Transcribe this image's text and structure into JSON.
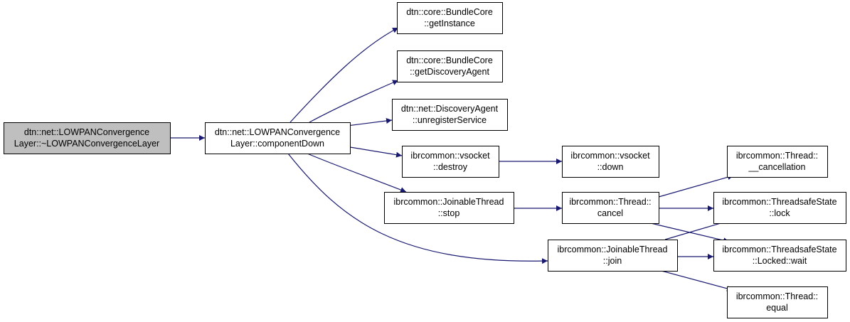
{
  "colors": {
    "edge": "#191970",
    "root_fill": "#bfbfbf",
    "node_fill": "#ffffff",
    "border": "#000000"
  },
  "nodes": [
    {
      "id": "root",
      "lines": [
        "dtn::net::LOWPANConvergence",
        "Layer::~LOWPANConvergenceLayer"
      ],
      "highlight": true
    },
    {
      "id": "componentDown",
      "lines": [
        "dtn::net::LOWPANConvergence",
        "Layer::componentDown"
      ]
    },
    {
      "id": "getInstance",
      "lines": [
        "dtn::core::BundleCore",
        "::getInstance"
      ]
    },
    {
      "id": "getDiscoveryAgent",
      "lines": [
        "dtn::core::BundleCore",
        "::getDiscoveryAgent"
      ]
    },
    {
      "id": "unregisterService",
      "lines": [
        "dtn::net::DiscoveryAgent",
        "::unregisterService"
      ]
    },
    {
      "id": "vsocketDestroy",
      "lines": [
        "ibrcommon::vsocket",
        "::destroy"
      ]
    },
    {
      "id": "vsocketDown",
      "lines": [
        "ibrcommon::vsocket",
        "::down"
      ]
    },
    {
      "id": "joinableStop",
      "lines": [
        "ibrcommon::JoinableThread",
        "::stop"
      ]
    },
    {
      "id": "threadCancel",
      "lines": [
        "ibrcommon::Thread::",
        "cancel"
      ]
    },
    {
      "id": "threadCancellation",
      "lines": [
        "ibrcommon::Thread::",
        "__cancellation"
      ]
    },
    {
      "id": "tsLock",
      "lines": [
        "ibrcommon::ThreadsafeState",
        "::lock"
      ]
    },
    {
      "id": "tsLockedWait",
      "lines": [
        "ibrcommon::ThreadsafeState",
        "::Locked::wait"
      ]
    },
    {
      "id": "joinableJoin",
      "lines": [
        "ibrcommon::JoinableThread",
        "::join"
      ]
    },
    {
      "id": "threadEqual",
      "lines": [
        "ibrcommon::Thread::",
        "equal"
      ]
    }
  ],
  "edges": [
    {
      "from": "root",
      "to": "componentDown"
    },
    {
      "from": "componentDown",
      "to": "getInstance"
    },
    {
      "from": "componentDown",
      "to": "getDiscoveryAgent"
    },
    {
      "from": "componentDown",
      "to": "unregisterService"
    },
    {
      "from": "componentDown",
      "to": "vsocketDestroy"
    },
    {
      "from": "componentDown",
      "to": "joinableStop"
    },
    {
      "from": "componentDown",
      "to": "joinableJoin"
    },
    {
      "from": "vsocketDestroy",
      "to": "vsocketDown"
    },
    {
      "from": "joinableStop",
      "to": "threadCancel"
    },
    {
      "from": "threadCancel",
      "to": "threadCancellation"
    },
    {
      "from": "threadCancel",
      "to": "tsLock"
    },
    {
      "from": "threadCancel",
      "to": "tsLockedWait"
    },
    {
      "from": "joinableJoin",
      "to": "tsLock"
    },
    {
      "from": "joinableJoin",
      "to": "tsLockedWait"
    },
    {
      "from": "joinableJoin",
      "to": "threadEqual"
    }
  ]
}
